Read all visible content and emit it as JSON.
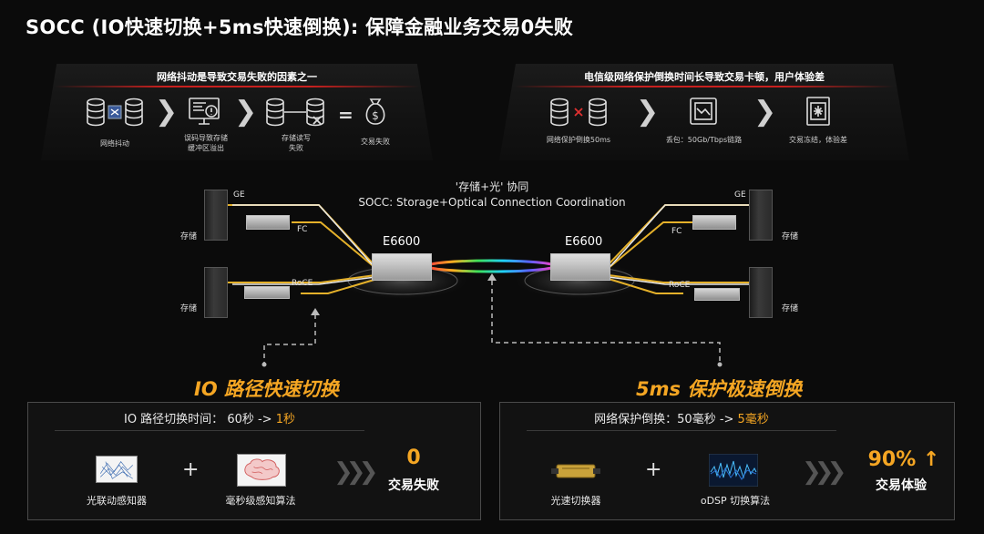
{
  "title": "SOCC (IO快速切换+5ms快速倒换): 保障金融业务交易0失败",
  "left_panel": {
    "title": "网络抖动是导致交易失败的因素之一",
    "steps": [
      {
        "label": "网络抖动",
        "icon": "storage-sync-icon"
      },
      {
        "label_line1": "误码导致存储",
        "label_line2": "缓冲区溢出",
        "icon": "monitor-error-icon"
      },
      {
        "label_line1": "存储读写",
        "label_line2": "失败",
        "icon": "storage-fail-icon"
      },
      {
        "label": "交易失败",
        "icon": "money-bag-icon"
      }
    ],
    "equals": "="
  },
  "right_panel": {
    "title": "电信级网络保护倒换时间长导致交易卡顿，用户体验差",
    "steps": [
      {
        "label": "网络保护倒换50ms",
        "icon": "storage-link-cut-icon"
      },
      {
        "label": "丢包：50Gb/Tbps链路",
        "icon": "packet-loss-icon"
      },
      {
        "label": "交易冻结，体验差",
        "icon": "frozen-screen-icon"
      }
    ]
  },
  "center": {
    "line1": "'存储+光' 协同",
    "line2": "SOCC: Storage+Optical Connection Coordination",
    "left_device": "E6600",
    "right_device": "E6600"
  },
  "left_side": {
    "storage_top": "存储",
    "storage_bottom": "存储",
    "ge": "GE",
    "fc": "FC",
    "roce": "RoCE"
  },
  "right_side": {
    "storage_top": "存储",
    "storage_bottom": "存储",
    "ge": "GE",
    "fc": "FC",
    "roce": "RoCE"
  },
  "left_heading": "IO 路径快速切换",
  "right_heading": "5ms 保护极速倒换",
  "left_box": {
    "header_prefix": "IO 路径切换时间： 60秒 -> ",
    "header_highlight": "1秒",
    "item1": "光联动感知器",
    "item2": "毫秒级感知算法",
    "plus": "+",
    "result_value": "0",
    "result_label": "交易失败"
  },
  "right_box": {
    "header_prefix": "网络保护倒换：50毫秒 -> ",
    "header_highlight": "5毫秒",
    "item1": "光速切换器",
    "item2": "oDSP 切换算法",
    "plus": "+",
    "result_value": "90% ↑",
    "result_label": "交易体验"
  },
  "colors": {
    "accent_orange": "#f5a623",
    "accent_red": "#c8201e",
    "background": "#0b0b0b",
    "link_yellow": "#e5b12a"
  }
}
